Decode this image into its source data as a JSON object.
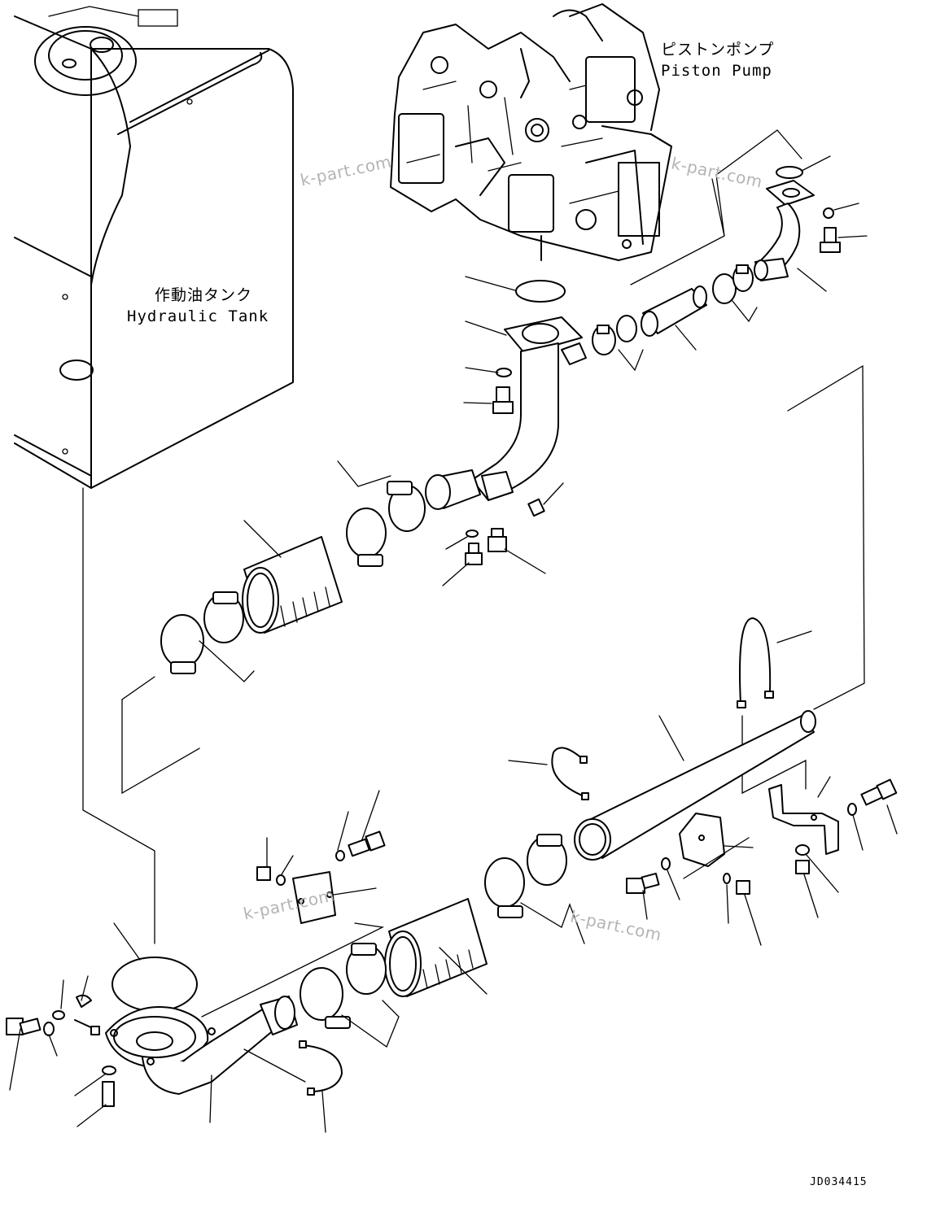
{
  "labels": {
    "piston_pump_jp": "ピストンポンプ",
    "piston_pump_en": "Piston Pump",
    "hydraulic_tank_jp": "作動油タンク",
    "hydraulic_tank_en": "Hydraulic Tank"
  },
  "watermarks": [
    "k-part.com",
    "k-part.com",
    "k-part.com",
    "k-part.com"
  ],
  "drawing_code": "JD034415",
  "colors": {
    "line": "#000000",
    "watermark": "#b4b4b4",
    "background": "#ffffff"
  }
}
